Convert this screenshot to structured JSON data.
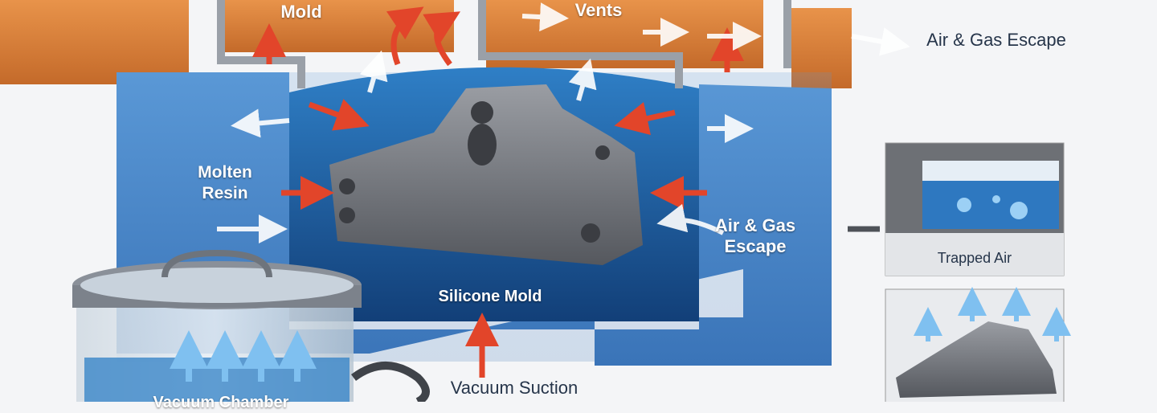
{
  "labels": {
    "mold": "Mold",
    "vents": "Vents",
    "air_gas_escape_top": "Air & Gas Escape",
    "molten_resin": "Molten\nResin",
    "air_gas_escape_right": "Air & Gas\nEscape",
    "silicone_mold": "Silicone Mold",
    "trapped_air": "Trapped Air",
    "vacuum_suction": "Vacuum Suction",
    "vacuum_chamber": "Vacuum Chamber"
  },
  "colors": {
    "mold_orange": "#d9803a",
    "silicone_blue": "#3f7fc4",
    "resin_blue": "#1e5f9e",
    "part_gray": "#6e7177",
    "arrow_red": "#e2452a",
    "arrow_white": "#ffffff",
    "background": "#f4f5f7"
  }
}
